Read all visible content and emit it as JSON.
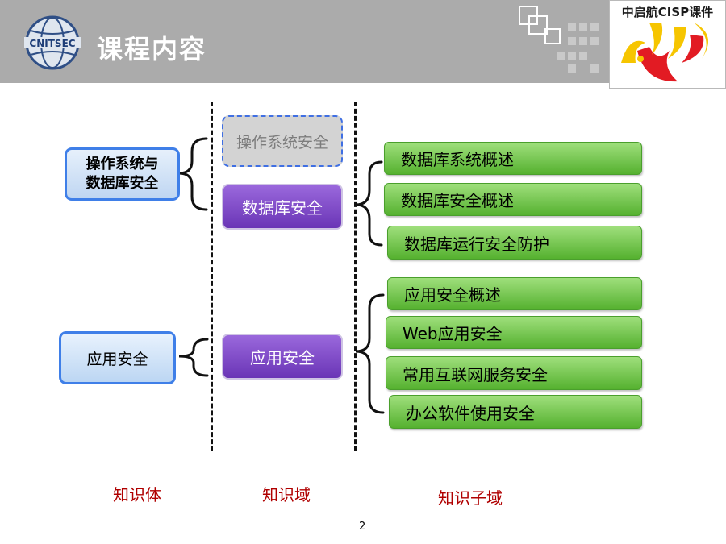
{
  "header": {
    "title": "课程内容",
    "badge_text": "中启航CISP课件",
    "logo_icon": "cnitsec-globe-logo"
  },
  "diagram": {
    "knowledge_bodies": [
      "操作系统与\n数据库安全",
      "应用安全"
    ],
    "knowledge_domains": {
      "faded": "操作系统安全",
      "database": "数据库安全",
      "application": "应用安全"
    },
    "database_subdomains": [
      "数据库系统概述",
      "数据库安全概述",
      "数据库运行安全防护"
    ],
    "application_subdomains": [
      "应用安全概述",
      "Web应用安全",
      "常用互联网服务安全",
      "办公软件使用安全"
    ],
    "column_labels": {
      "body": "知识体",
      "domain": "知识域",
      "subdomain": "知识子域"
    }
  },
  "footer": {
    "page_number": "2"
  },
  "colors": {
    "header": "#ababab",
    "blue_border": "#3f7fe8",
    "purple": "#7b47c6",
    "green": "#6cc545",
    "label_red": "#b00000"
  }
}
